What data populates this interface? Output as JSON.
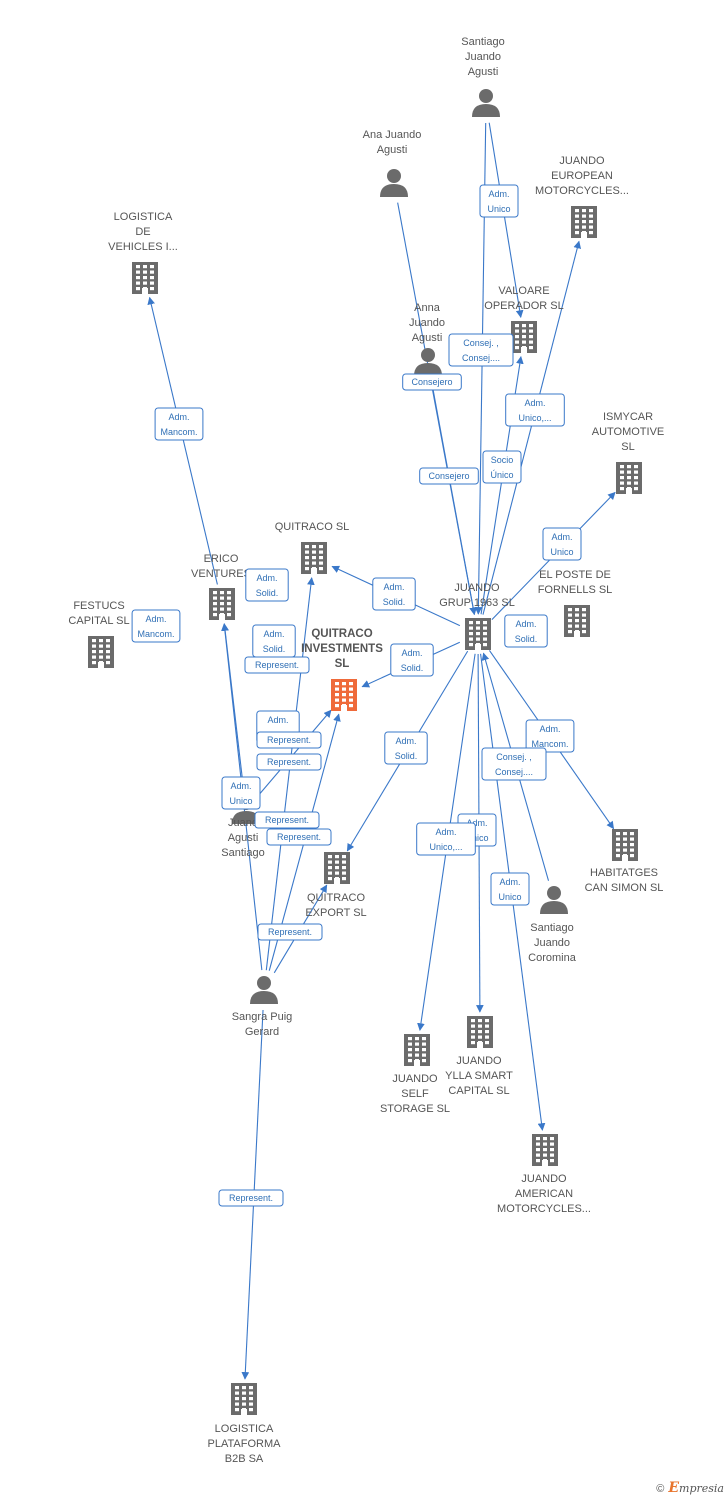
{
  "colors": {
    "edge": "#3a78c9",
    "node": "#6b6b6b",
    "focus": "#ef6a3a",
    "label_text": "#555555",
    "edge_label_text": "#2f6fb5",
    "edge_label_border": "#3a78c9"
  },
  "nodes": [
    {
      "id": "santiago_juando_agusti",
      "type": "person",
      "label": [
        "Santiago",
        "Juando",
        "Agusti"
      ]
    },
    {
      "id": "ana_juando_agusti",
      "type": "person",
      "label": [
        "Ana Juando",
        "Agusti"
      ]
    },
    {
      "id": "anna_juando_agusti",
      "type": "person",
      "label": [
        "Anna",
        "Juando",
        "Agusti"
      ]
    },
    {
      "id": "juando_european",
      "type": "company",
      "label": [
        "JUANDO",
        "EUROPEAN",
        "MOTORCYCLES..."
      ]
    },
    {
      "id": "valoare",
      "type": "company",
      "label": [
        "VALOARE",
        "OPERADOR SL"
      ]
    },
    {
      "id": "logistica_vehicles",
      "type": "company",
      "label": [
        "LOGISTICA",
        "DE",
        "VEHICLES I..."
      ]
    },
    {
      "id": "ismycar",
      "type": "company",
      "label": [
        "ISMYCAR",
        "AUTOMOTIVE",
        "SL"
      ]
    },
    {
      "id": "quitraco_sl",
      "type": "company",
      "label": [
        "QUITRACO  SL"
      ]
    },
    {
      "id": "erico",
      "type": "company",
      "label": [
        "ERICO",
        "VENTURES"
      ]
    },
    {
      "id": "el_poste",
      "type": "company",
      "label": [
        "EL POSTE DE",
        "FORNELLS SL"
      ]
    },
    {
      "id": "juando_grup",
      "type": "company",
      "label": [
        "JUANDO",
        "GRUP 1963  SL"
      ]
    },
    {
      "id": "festucs",
      "type": "company",
      "label": [
        "FESTUCS",
        "CAPITAL  SL"
      ]
    },
    {
      "id": "quitraco_investments",
      "type": "focus",
      "label": [
        "QUITRACO",
        "INVESTMENTS",
        "SL"
      ]
    },
    {
      "id": "juand_agusti_santiago",
      "type": "person",
      "label": [
        "Juand",
        "Agusti",
        "Santiago"
      ]
    },
    {
      "id": "habitatges",
      "type": "company",
      "label": [
        "HABITATGES",
        "CAN SIMON  SL"
      ]
    },
    {
      "id": "quitraco_export",
      "type": "company",
      "label": [
        "QUITRACO",
        "EXPORT  SL"
      ]
    },
    {
      "id": "santiago_juando_coromina",
      "type": "person",
      "label": [
        "Santiago",
        "Juando",
        "Coromina"
      ]
    },
    {
      "id": "sangra_puig",
      "type": "person",
      "label": [
        "Sangra Puig",
        "Gerard"
      ]
    },
    {
      "id": "juando_self",
      "type": "company",
      "label": [
        "JUANDO",
        "SELF",
        "STORAGE  SL"
      ]
    },
    {
      "id": "juando_ylla",
      "type": "company",
      "label": [
        "JUANDO",
        "YLLA SMART",
        "CAPITAL  SL"
      ]
    },
    {
      "id": "juando_american",
      "type": "company",
      "label": [
        "JUANDO",
        "AMERICAN",
        "MOTORCYCLES..."
      ]
    },
    {
      "id": "logistica_plataforma",
      "type": "company",
      "label": [
        "LOGISTICA",
        "PLATAFORMA",
        "B2B SA"
      ]
    }
  ],
  "edge_labels": [
    {
      "id": "l1",
      "lines": [
        "Adm.",
        "Unico"
      ]
    },
    {
      "id": "l2",
      "lines": [
        "Consej. ,",
        "Consej...."
      ]
    },
    {
      "id": "l3",
      "lines": [
        "Consejero"
      ]
    },
    {
      "id": "l4",
      "lines": [
        "Adm.",
        "Unico,..."
      ]
    },
    {
      "id": "l5",
      "lines": [
        "Socio",
        "Único"
      ]
    },
    {
      "id": "l6",
      "lines": [
        "Consejero"
      ]
    },
    {
      "id": "l7",
      "lines": [
        "Adm.",
        "Unico"
      ]
    },
    {
      "id": "l8",
      "lines": [
        "Adm.",
        "Mancom."
      ]
    },
    {
      "id": "l9",
      "lines": [
        "Adm.",
        "Solid."
      ]
    },
    {
      "id": "l10",
      "lines": [
        "Adm.",
        "Solid."
      ]
    },
    {
      "id": "l11",
      "lines": [
        "Adm.",
        "Solid."
      ]
    },
    {
      "id": "l12",
      "lines": [
        "Adm.",
        "Mancom."
      ]
    },
    {
      "id": "l13",
      "lines": [
        "Adm.",
        "Solid."
      ]
    },
    {
      "id": "l14",
      "lines": [
        "Adm.",
        "Solid."
      ]
    },
    {
      "id": "l15",
      "lines": [
        "Represent."
      ]
    },
    {
      "id": "l16",
      "lines": [
        "Adm.",
        "Solid."
      ]
    },
    {
      "id": "l17",
      "lines": [
        "Represent."
      ]
    },
    {
      "id": "l18",
      "lines": [
        "Represent."
      ]
    },
    {
      "id": "l19",
      "lines": [
        "Adm.",
        "Mancom."
      ]
    },
    {
      "id": "l20",
      "lines": [
        "Consej. ,",
        "Consej...."
      ]
    },
    {
      "id": "l21",
      "lines": [
        "Adm.",
        "Solid."
      ]
    },
    {
      "id": "l22",
      "lines": [
        "Adm.",
        "Unico"
      ]
    },
    {
      "id": "l23",
      "lines": [
        "Represent."
      ]
    },
    {
      "id": "l24",
      "lines": [
        "Represent."
      ]
    },
    {
      "id": "l25",
      "lines": [
        "Adm.",
        "Unico"
      ]
    },
    {
      "id": "l26",
      "lines": [
        "Adm.",
        "Unico,..."
      ]
    },
    {
      "id": "l27",
      "lines": [
        "Adm.",
        "Unico"
      ]
    },
    {
      "id": "l28",
      "lines": [
        "Represent."
      ]
    },
    {
      "id": "l29",
      "lines": [
        "Represent."
      ]
    }
  ],
  "edges": [
    {
      "from": "santiago_juando_agusti",
      "to": "valoare",
      "label": "l1"
    },
    {
      "from": "santiago_juando_agusti",
      "to": "juando_grup",
      "label": null
    },
    {
      "from": "ana_juando_agusti",
      "to": "juando_grup",
      "label": "l6"
    },
    {
      "from": "anna_juando_agusti",
      "to": "juando_grup",
      "label": "l3"
    },
    {
      "from": "juando_grup",
      "to": "juando_european",
      "label": "l4"
    },
    {
      "from": "juando_grup",
      "to": "valoare",
      "label": "l5"
    },
    {
      "from": "juando_grup",
      "to": "ismycar",
      "label": "l7"
    },
    {
      "from": "erico",
      "to": "logistica_vehicles",
      "label": "l8"
    },
    {
      "from": "juando_grup",
      "to": "quitraco_sl",
      "label": "l9"
    },
    {
      "from": "juando_grup",
      "to": "quitraco_investments",
      "label": "l13"
    },
    {
      "from": "juando_grup",
      "to": "quitraco_export",
      "label": "l21"
    },
    {
      "from": "juando_grup",
      "to": "habitatges",
      "label": "l19"
    },
    {
      "from": "juando_grup",
      "to": "juando_self",
      "label": "l26"
    },
    {
      "from": "juando_grup",
      "to": "juando_ylla",
      "label": "l25"
    },
    {
      "from": "juando_grup",
      "to": "juando_american",
      "label": "l27"
    },
    {
      "from": "santiago_juando_coromina",
      "to": "juando_grup",
      "label": "l20"
    },
    {
      "from": "juand_agusti_santiago",
      "to": "erico",
      "label": "l22"
    },
    {
      "from": "juand_agusti_santiago",
      "to": "quitraco_investments",
      "label": "l23"
    },
    {
      "from": "sangra_puig",
      "to": "quitraco_sl",
      "label": "l15"
    },
    {
      "from": "sangra_puig",
      "to": "erico",
      "label": "l16"
    },
    {
      "from": "sangra_puig",
      "to": "quitraco_investments",
      "label": "l17"
    },
    {
      "from": "sangra_puig",
      "to": "quitraco_export",
      "label": "l29"
    },
    {
      "from": "sangra_puig",
      "to": "logistica_plataforma",
      "label": "l24"
    }
  ],
  "extra_labels": [
    "l2",
    "l10",
    "l11",
    "l12",
    "l14",
    "l18",
    "l28"
  ],
  "credit": {
    "symbol": "©",
    "brand_initial": "E",
    "brand_rest": "mpresia"
  }
}
